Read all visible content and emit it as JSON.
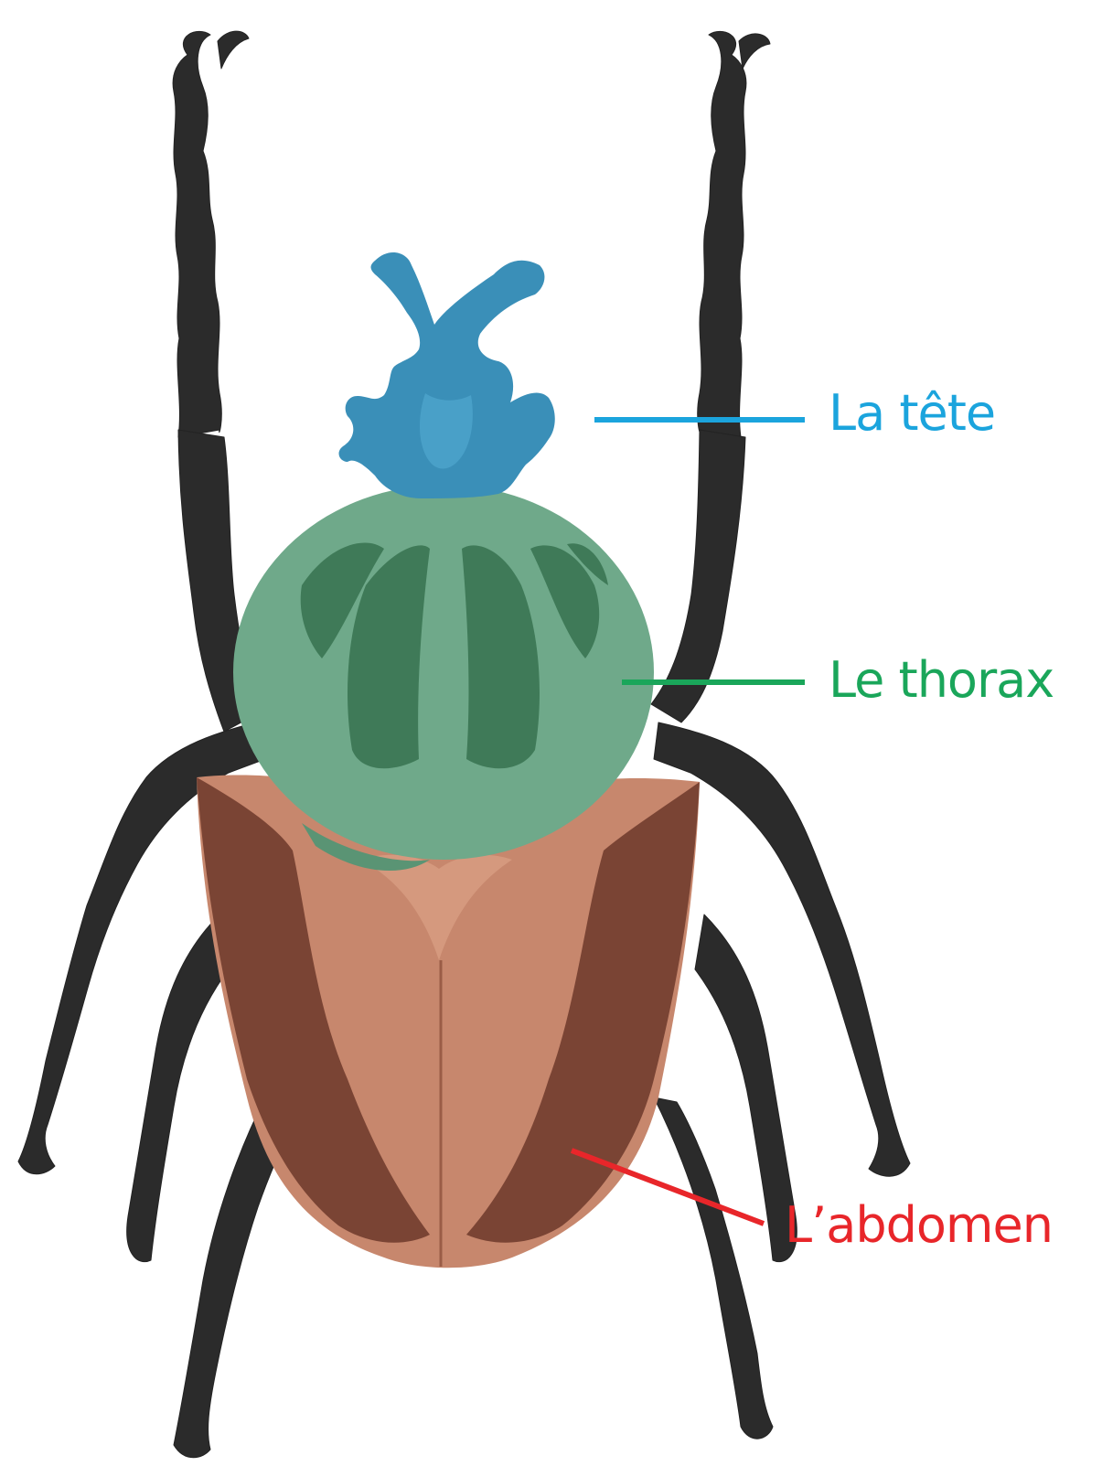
{
  "diagram": {
    "parts": [
      {
        "key": "head",
        "label": "La tête",
        "color": "#1ba4dd",
        "fill": "#3a8fb8"
      },
      {
        "key": "thorax",
        "label": "Le thorax",
        "color": "#1aa65a",
        "fill": "#6fa98a"
      },
      {
        "key": "abdomen",
        "label": "L’abdomen",
        "color": "#e8262a",
        "fill": "#c7876d"
      }
    ]
  }
}
